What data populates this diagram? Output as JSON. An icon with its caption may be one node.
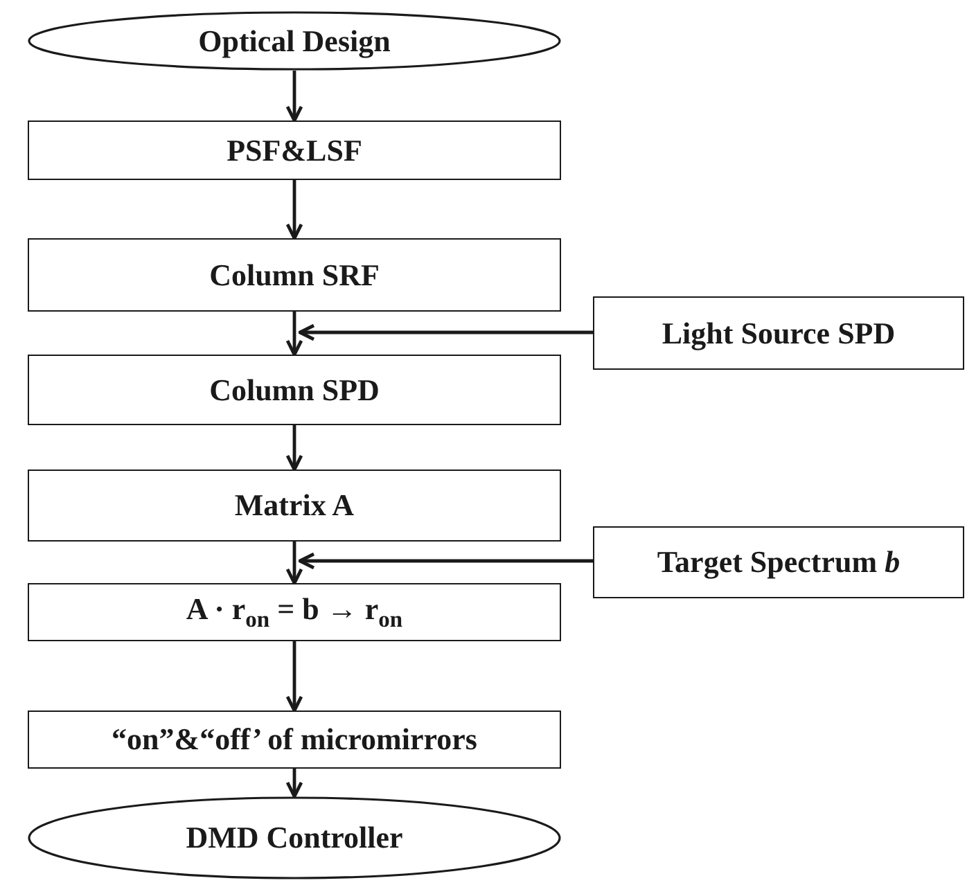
{
  "diagram": {
    "nodes": [
      {
        "text": [
          "Optical Design"
        ]
      },
      {
        "text": [
          "PSF&LSF"
        ]
      },
      {
        "text": [
          "Column SRF"
        ]
      },
      {
        "text": [
          "Light Source SPD"
        ]
      },
      {
        "text": [
          "Column SPD"
        ]
      },
      {
        "text": [
          "Matrix A"
        ]
      },
      {
        "text": [
          "Target Spectrum *b*"
        ]
      },
      {
        "text": [
          "A · r$_{on}$ = b → r$_{on}$"
        ]
      },
      {
        "text": [
          "“on”&“off’ of micromirrors"
        ]
      },
      {
        "text": [
          "DMD Controller"
        ]
      }
    ],
    "edges": [
      {
        "from": 0,
        "to": 1,
        "arrow": "to"
      },
      {
        "from": 1,
        "to": 2,
        "arrow": "to"
      },
      {
        "from": 2,
        "to": 4,
        "arrow": "to"
      },
      {
        "from": 3,
        "to": 4,
        "arrow": "to"
      },
      {
        "from": 4,
        "to": 5,
        "arrow": "to"
      },
      {
        "from": 5,
        "to": 7,
        "arrow": "to"
      },
      {
        "from": 6,
        "to": 7,
        "arrow": "to"
      },
      {
        "from": 7,
        "to": 8,
        "arrow": "to"
      },
      {
        "from": 8,
        "to": 9,
        "arrow": "to"
      }
    ]
  }
}
